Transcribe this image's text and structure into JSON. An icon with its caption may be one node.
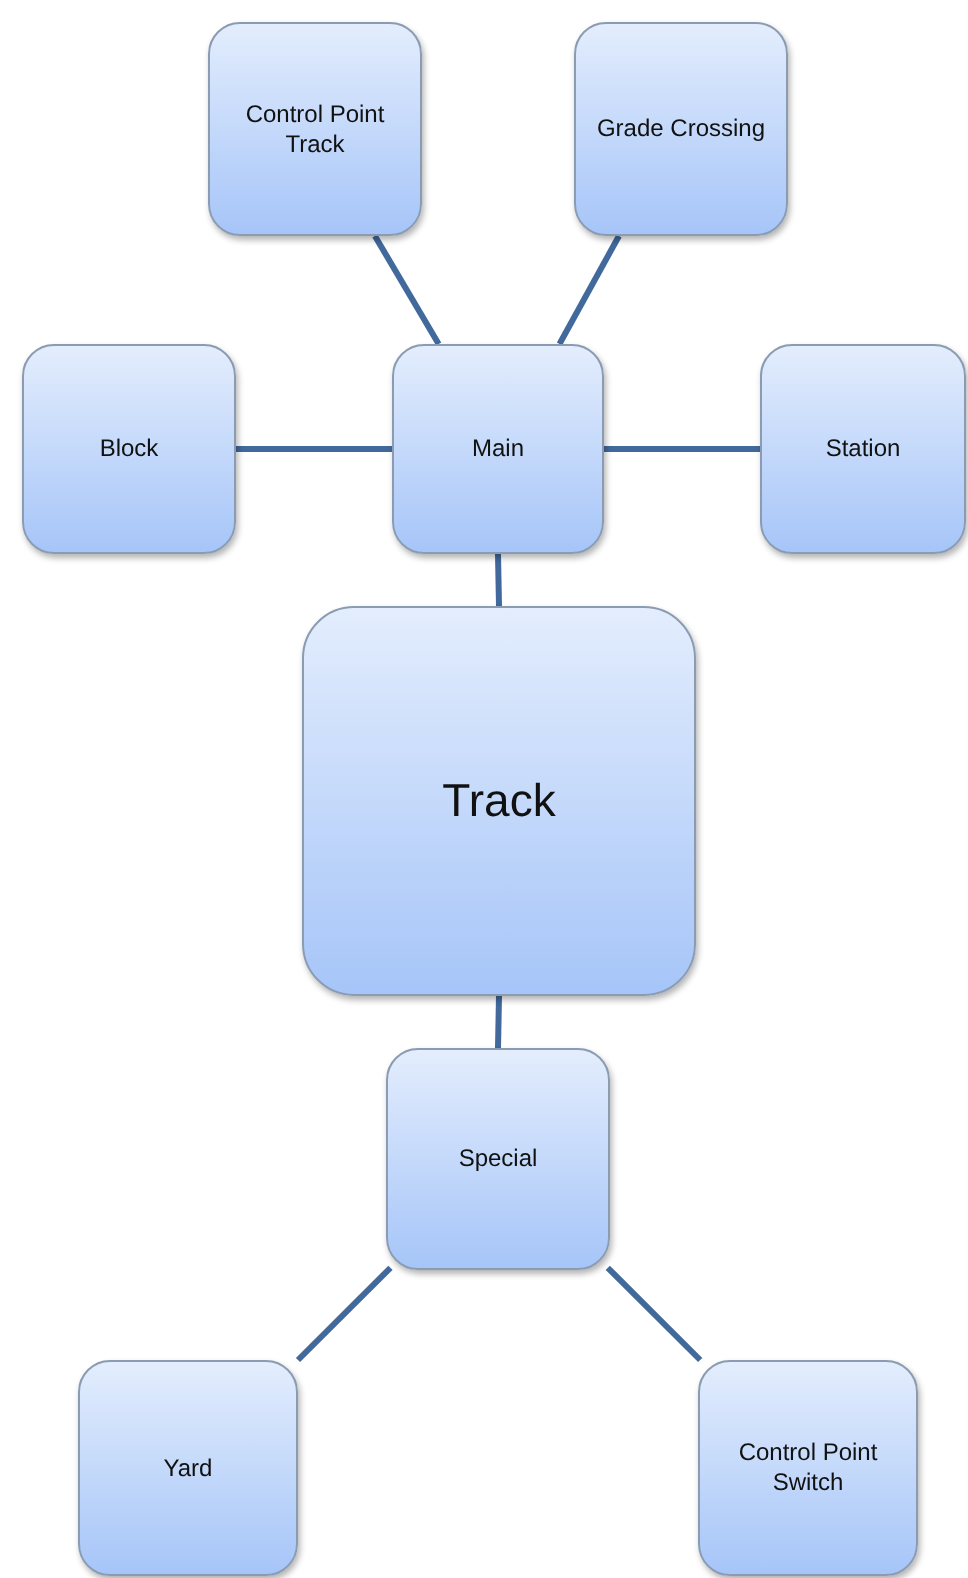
{
  "diagram": {
    "nodes": [
      {
        "text": [
          "Control Point Track"
        ]
      },
      {
        "text": [
          "Grade Crossing"
        ]
      },
      {
        "text": [
          "Block"
        ]
      },
      {
        "text": [
          "Main"
        ]
      },
      {
        "text": [
          "Station"
        ]
      },
      {
        "text": [
          "Track"
        ]
      },
      {
        "text": [
          "Special"
        ]
      },
      {
        "text": [
          "Yard"
        ]
      },
      {
        "text": [
          "Control Point Switch"
        ]
      }
    ],
    "edges": [
      {
        "from": 3,
        "to": 0,
        "arrow": "none"
      },
      {
        "from": 3,
        "to": 1,
        "arrow": "none"
      },
      {
        "from": 2,
        "to": 3,
        "arrow": "none"
      },
      {
        "from": 3,
        "to": 4,
        "arrow": "none"
      },
      {
        "from": 3,
        "to": 5,
        "arrow": "none"
      },
      {
        "from": 5,
        "to": 6,
        "arrow": "none"
      },
      {
        "from": 6,
        "to": 7,
        "arrow": "none"
      },
      {
        "from": 6,
        "to": 8,
        "arrow": "none"
      }
    ]
  }
}
